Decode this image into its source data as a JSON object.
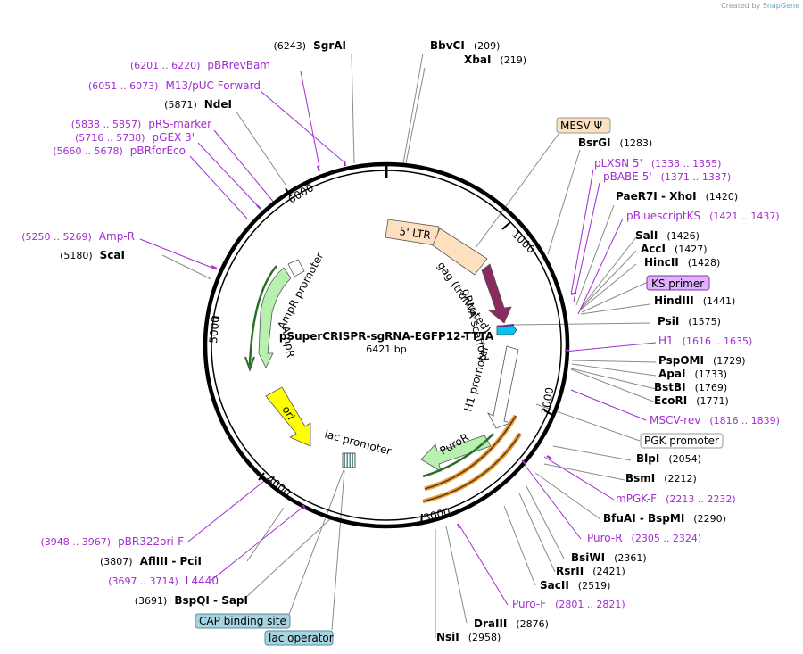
{
  "credit": {
    "prefix": "Created by",
    "brand": "SnapGene"
  },
  "plasmid": {
    "name": "pSuperCRISPR-sgRNA-EGFP12-TTTA",
    "size": "6421 bp",
    "length": 6421
  },
  "ticks": [
    "1000",
    "2000",
    "3000",
    "4000",
    "5000",
    "6000"
  ],
  "colors": {
    "primer": "#a22dd0",
    "backbone": "#000000",
    "ltr": "#fde0c0",
    "gag": "#fde0c0",
    "scaffold": "#8b2a5e",
    "h1": "#ffffff",
    "puro": "#b8f0b0",
    "ori": "#ffff00",
    "ampr": "#b8f0b0"
  },
  "features": [
    {
      "name": "5' LTR",
      "kind": "box"
    },
    {
      "name": "gag (truncated)",
      "kind": "arrow"
    },
    {
      "name": "gRNA scaffold",
      "kind": "arrow"
    },
    {
      "name": "H1 promoter",
      "kind": "arrow"
    },
    {
      "name": "PuroR",
      "kind": "arrow"
    },
    {
      "name": "lac promoter",
      "kind": "arrow"
    },
    {
      "name": "ori",
      "kind": "arrow"
    },
    {
      "name": "AmpR",
      "kind": "arrow"
    },
    {
      "name": "AmpR promoter",
      "kind": "arrow"
    }
  ],
  "labels_left": [
    {
      "name": "SgrAI",
      "pos": "(6243)",
      "type": "enzyme"
    },
    {
      "name": "pBRrevBam",
      "pos": "(6201 .. 6220)",
      "type": "primer"
    },
    {
      "name": "M13/pUC Forward",
      "pos": "(6051 .. 6073)",
      "type": "primer"
    },
    {
      "name": "NdeI",
      "pos": "(5871)",
      "type": "enzyme"
    },
    {
      "name": "pRS-marker",
      "pos": "(5838 .. 5857)",
      "type": "primer"
    },
    {
      "name": "pGEX 3'",
      "pos": "(5716 .. 5738)",
      "type": "primer"
    },
    {
      "name": "pBRforEco",
      "pos": "(5660 .. 5678)",
      "type": "primer"
    },
    {
      "name": "Amp-R",
      "pos": "(5250 .. 5269)",
      "type": "primer"
    },
    {
      "name": "ScaI",
      "pos": "(5180)",
      "type": "enzyme"
    },
    {
      "name": "pBR322ori-F",
      "pos": "(3948 .. 3967)",
      "type": "primer"
    },
    {
      "name": "AflIII - PciI",
      "pos": "(3807)",
      "type": "enzyme"
    },
    {
      "name": "L4440",
      "pos": "(3697 .. 3714)",
      "type": "primer"
    },
    {
      "name": "BspQI - SapI",
      "pos": "(3691)",
      "type": "enzyme"
    }
  ],
  "labels_right": [
    {
      "name": "BbvCI",
      "pos": "(209)",
      "type": "enzyme"
    },
    {
      "name": "XbaI",
      "pos": "(219)",
      "type": "enzyme"
    },
    {
      "name": "BsrGI",
      "pos": "(1283)",
      "type": "enzyme"
    },
    {
      "name": "pLXSN 5'",
      "pos": "(1333 .. 1355)",
      "type": "primer"
    },
    {
      "name": "pBABE 5'",
      "pos": "(1371 .. 1387)",
      "type": "primer"
    },
    {
      "name": "PaeR7I - XhoI",
      "pos": "(1420)",
      "type": "enzyme"
    },
    {
      "name": "pBluescriptKS",
      "pos": "(1421 .. 1437)",
      "type": "primer"
    },
    {
      "name": "SalI",
      "pos": "(1426)",
      "type": "enzyme"
    },
    {
      "name": "AccI",
      "pos": "(1427)",
      "type": "enzyme"
    },
    {
      "name": "HincII",
      "pos": "(1428)",
      "type": "enzyme"
    },
    {
      "name": "HindIII",
      "pos": "(1441)",
      "type": "enzyme"
    },
    {
      "name": "PsiI",
      "pos": "(1575)",
      "type": "enzyme"
    },
    {
      "name": "H1",
      "pos": "(1616 .. 1635)",
      "type": "primer"
    },
    {
      "name": "PspOMI",
      "pos": "(1729)",
      "type": "enzyme"
    },
    {
      "name": "ApaI",
      "pos": "(1733)",
      "type": "enzyme"
    },
    {
      "name": "BstBI",
      "pos": "(1769)",
      "type": "enzyme"
    },
    {
      "name": "EcoRI",
      "pos": "(1771)",
      "type": "enzyme"
    },
    {
      "name": "MSCV-rev",
      "pos": "(1816 .. 1839)",
      "type": "primer"
    },
    {
      "name": "BlpI",
      "pos": "(2054)",
      "type": "enzyme"
    },
    {
      "name": "BsmI",
      "pos": "(2212)",
      "type": "enzyme"
    },
    {
      "name": "mPGK-F",
      "pos": "(2213 .. 2232)",
      "type": "primer"
    },
    {
      "name": "BfuAI - BspMI",
      "pos": "(2290)",
      "type": "enzyme"
    },
    {
      "name": "Puro-R",
      "pos": "(2305 .. 2324)",
      "type": "primer"
    },
    {
      "name": "BsiWI",
      "pos": "(2361)",
      "type": "enzyme"
    },
    {
      "name": "RsrII",
      "pos": "(2421)",
      "type": "enzyme"
    },
    {
      "name": "SacII",
      "pos": "(2519)",
      "type": "enzyme"
    },
    {
      "name": "Puro-F",
      "pos": "(2801 .. 2821)",
      "type": "primer"
    },
    {
      "name": "DraIII",
      "pos": "(2876)",
      "type": "enzyme"
    },
    {
      "name": "NsiI",
      "pos": "(2958)",
      "type": "enzyme"
    }
  ],
  "boxed_labels": [
    {
      "name": "MESV Ψ",
      "fill": "#fde0c0"
    },
    {
      "name": "KS primer",
      "fill": "#e2b0ff"
    },
    {
      "name": "PGK promoter",
      "fill": "#ffffff"
    },
    {
      "name": "CAP binding site",
      "fill": "#a6d4e0"
    },
    {
      "name": "lac operator",
      "fill": "#a6d4e0"
    }
  ]
}
